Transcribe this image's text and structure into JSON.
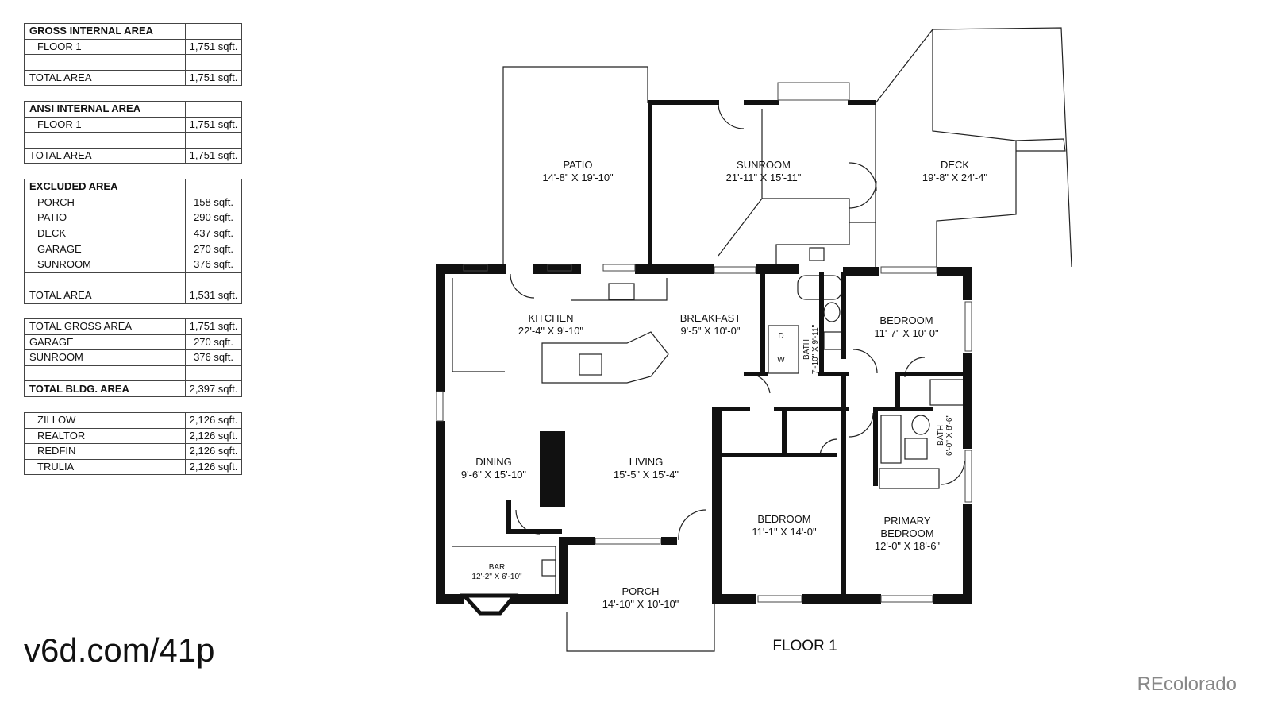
{
  "tables": {
    "gross": {
      "rows": [
        {
          "label": "GROSS INTERNAL AREA",
          "value": "",
          "bold": true
        },
        {
          "label": "FLOOR 1",
          "value": "1,751 sqft."
        },
        {
          "label": "",
          "value": ""
        },
        {
          "label": "TOTAL AREA",
          "value": "1,751 sqft."
        }
      ]
    },
    "ansi": {
      "rows": [
        {
          "label": "ANSI INTERNAL AREA",
          "value": "",
          "bold": true
        },
        {
          "label": "FLOOR 1",
          "value": "1,751 sqft."
        },
        {
          "label": "",
          "value": ""
        },
        {
          "label": "TOTAL AREA",
          "value": "1,751 sqft."
        }
      ]
    },
    "excluded": {
      "rows": [
        {
          "label": "EXCLUDED AREA",
          "value": "",
          "bold": true
        },
        {
          "label": "PORCH",
          "value": "158 sqft."
        },
        {
          "label": "PATIO",
          "value": "290 sqft."
        },
        {
          "label": "DECK",
          "value": "437 sqft."
        },
        {
          "label": "GARAGE",
          "value": "270 sqft."
        },
        {
          "label": "SUNROOM",
          "value": "376 sqft."
        },
        {
          "label": "",
          "value": ""
        },
        {
          "label": "TOTAL AREA",
          "value": "1,531 sqft."
        }
      ]
    },
    "totals": {
      "rows": [
        {
          "label": "TOTAL GROSS AREA",
          "value": "1,751 sqft."
        },
        {
          "label": "GARAGE",
          "value": "270 sqft."
        },
        {
          "label": "SUNROOM",
          "value": "376 sqft."
        },
        {
          "label": "",
          "value": ""
        },
        {
          "label": "TOTAL BLDG. AREA",
          "value": "2,397 sqft.",
          "bold": true
        }
      ]
    },
    "sites": {
      "rows": [
        {
          "label": "ZILLOW",
          "value": "2,126 sqft."
        },
        {
          "label": "REALTOR",
          "value": "2,126 sqft."
        },
        {
          "label": "REDFIN",
          "value": "2,126 sqft."
        },
        {
          "label": "TRULIA",
          "value": "2,126 sqft."
        }
      ]
    }
  },
  "link_text": "v6d.com/41p",
  "brand": "REcolorado",
  "floor_label": "FLOOR 1",
  "rooms": {
    "patio": {
      "name": "PATIO",
      "size": "14'-8\" X 19'-10\""
    },
    "sunroom": {
      "name": "SUNROOM",
      "size": "21'-11\" X 15'-11\""
    },
    "deck": {
      "name": "DECK",
      "size": "19'-8\" X 24'-4\""
    },
    "kitchen": {
      "name": "KITCHEN",
      "size": "22'-4\" X 9'-10\""
    },
    "breakfast": {
      "name": "BREAKFAST",
      "size": "9'-5\" X 10'-0\""
    },
    "bath1": {
      "name": "BATH",
      "size": "7'-10\" X 9'-11\""
    },
    "bedroom1": {
      "name": "BEDROOM",
      "size": "11'-7\" X 10'-0\""
    },
    "bath2": {
      "name": "BATH",
      "size": "6'-0\" X 8'-6\""
    },
    "dining": {
      "name": "DINING",
      "size": "9'-6\" X 15'-10\""
    },
    "living": {
      "name": "LIVING",
      "size": "15'-5\" X 15'-4\""
    },
    "bedroom2": {
      "name": "BEDROOM",
      "size": "11'-1\" X 14'-0\""
    },
    "primary": {
      "name": "PRIMARY",
      "name2": "BEDROOM",
      "size": "12'-0\" X 18'-6\""
    },
    "bar": {
      "name": "BAR",
      "size": "12'-2\" X 6'-10\""
    },
    "porch": {
      "name": "PORCH",
      "size": "14'-10\" X 10'-10\""
    }
  },
  "fixtures": {
    "washer": "W",
    "dryer": "D"
  }
}
